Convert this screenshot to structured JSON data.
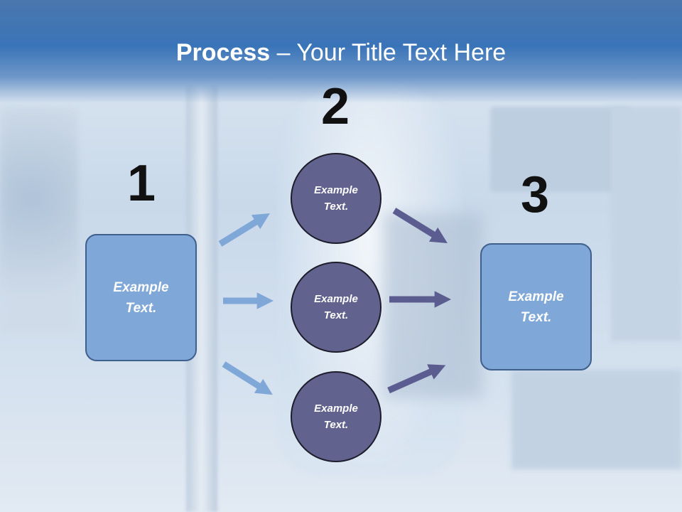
{
  "title": {
    "bold": "Process",
    "rest": " – Your Title Text Here"
  },
  "steps": [
    {
      "number": "1",
      "boxes": [
        {
          "text": "Example Text."
        }
      ]
    },
    {
      "number": "2",
      "boxes": [
        {
          "text": "Example Text."
        },
        {
          "text": "Example Text."
        },
        {
          "text": "Example Text."
        }
      ]
    },
    {
      "number": "3",
      "boxes": [
        {
          "text": "Example Text."
        }
      ]
    }
  ],
  "colors": {
    "header": "#3a74b8",
    "box_fill": "#7fa7d7",
    "circle_fill": "#62628e",
    "arrow_light": "#7fa7d7",
    "arrow_dark": "#5b5c8f"
  }
}
